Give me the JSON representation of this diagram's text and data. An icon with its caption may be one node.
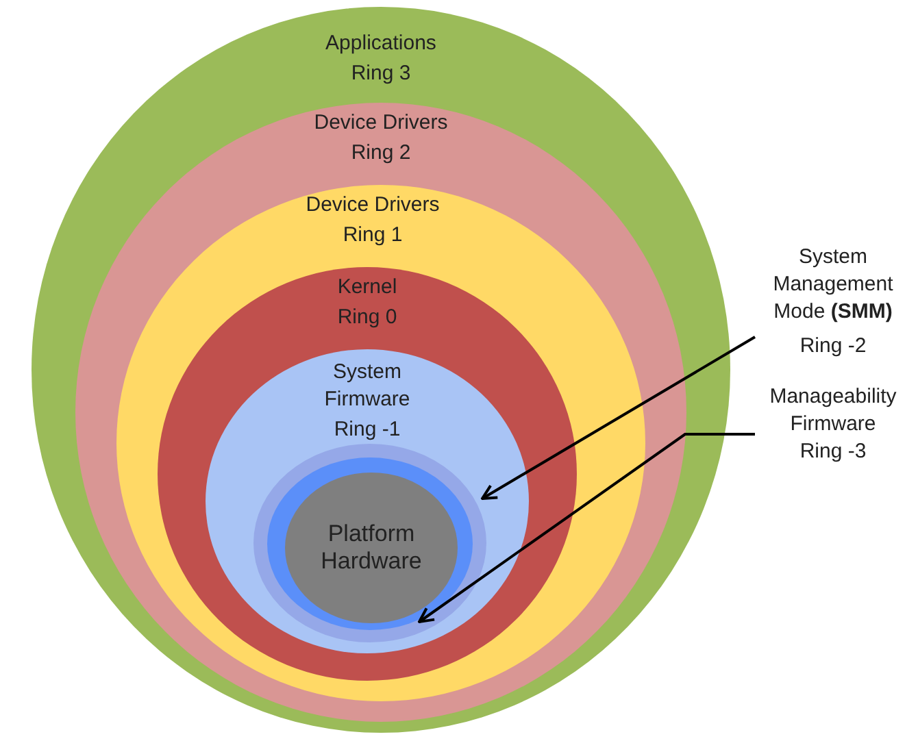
{
  "diagram": {
    "nodes": [
      {
        "text": [
          "Applications",
          "Ring 3"
        ]
      },
      {
        "text": [
          "Device Drivers",
          "Ring 2"
        ],
        "in": 0
      },
      {
        "text": [
          "Device Drivers",
          "Ring 1"
        ],
        "in": 1
      },
      {
        "text": [
          "Kernel",
          "Ring 0"
        ],
        "in": 2
      },
      {
        "text": [
          "System Firmware",
          "Ring -1"
        ],
        "in": 3
      },
      {
        "text": [],
        "shape": "circle",
        "in": 4
      },
      {
        "text": [],
        "shape": "circle",
        "in": 5
      },
      {
        "text": [
          "Platform Hardware"
        ],
        "in": 6
      },
      {
        "text": [
          "System Management Mode **(SMM)**",
          "Ring -2"
        ]
      },
      {
        "text": [
          "Manageability Firmware",
          "Ring -3"
        ]
      }
    ],
    "edges": [
      {
        "from": 8,
        "to": 5,
        "arrow": "to"
      },
      {
        "from": 9,
        "to": 6,
        "arrow": "to"
      }
    ]
  }
}
